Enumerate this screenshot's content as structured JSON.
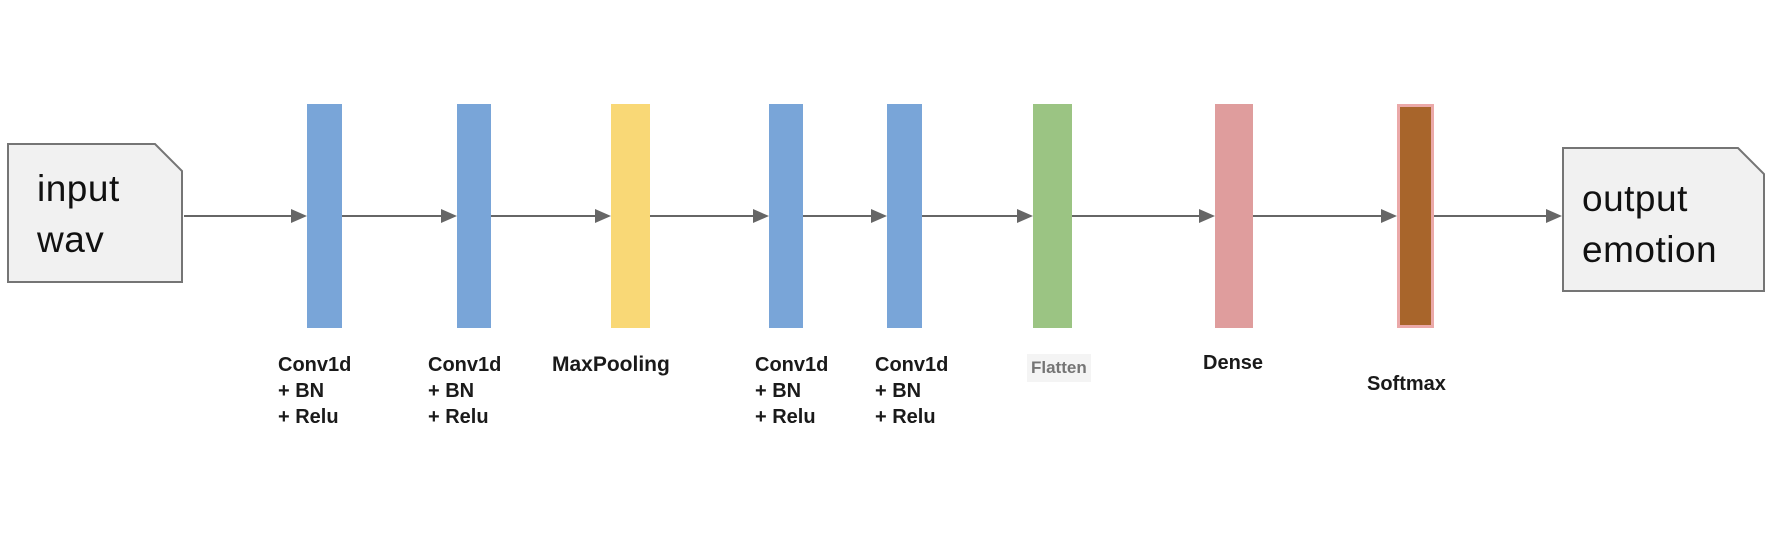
{
  "diagram": {
    "kind": "neural-network-architecture",
    "background_color": "#ffffff",
    "arrow_color": "#666666",
    "input_node": {
      "label": "input\nwav",
      "fill": "#f1f1f1",
      "border": "#757575"
    },
    "output_node": {
      "label": "output\nemotion",
      "fill": "#f1f1f1",
      "border": "#757575"
    },
    "layers": [
      {
        "id": "conv1d-bn-relu-1",
        "label": "Conv1d\n+ BN\n+ Relu",
        "color": "#79a5d8",
        "label_color": "#1a1a1a"
      },
      {
        "id": "conv1d-bn-relu-2",
        "label": "Conv1d\n+ BN\n+ Relu",
        "color": "#79a5d8",
        "label_color": "#1a1a1a"
      },
      {
        "id": "maxpooling",
        "label": "MaxPooling",
        "color": "#f9d876",
        "label_color": "#1a1a1a"
      },
      {
        "id": "conv1d-bn-relu-3",
        "label": "Conv1d\n+ BN\n+ Relu",
        "color": "#79a5d8",
        "label_color": "#1a1a1a"
      },
      {
        "id": "conv1d-bn-relu-4",
        "label": "Conv1d\n+ BN\n+ Relu",
        "color": "#79a5d8",
        "label_color": "#1a1a1a"
      },
      {
        "id": "flatten",
        "label": "Flatten",
        "color": "#9bc483",
        "label_color": "#757575"
      },
      {
        "id": "dense",
        "label": "Dense",
        "color": "#df9d9d",
        "label_color": "#1a1a1a"
      },
      {
        "id": "softmax",
        "label": "Softmax",
        "color": "#a8652b",
        "bar_border": "#eba9a9",
        "label_color": "#1a1a1a"
      }
    ]
  }
}
